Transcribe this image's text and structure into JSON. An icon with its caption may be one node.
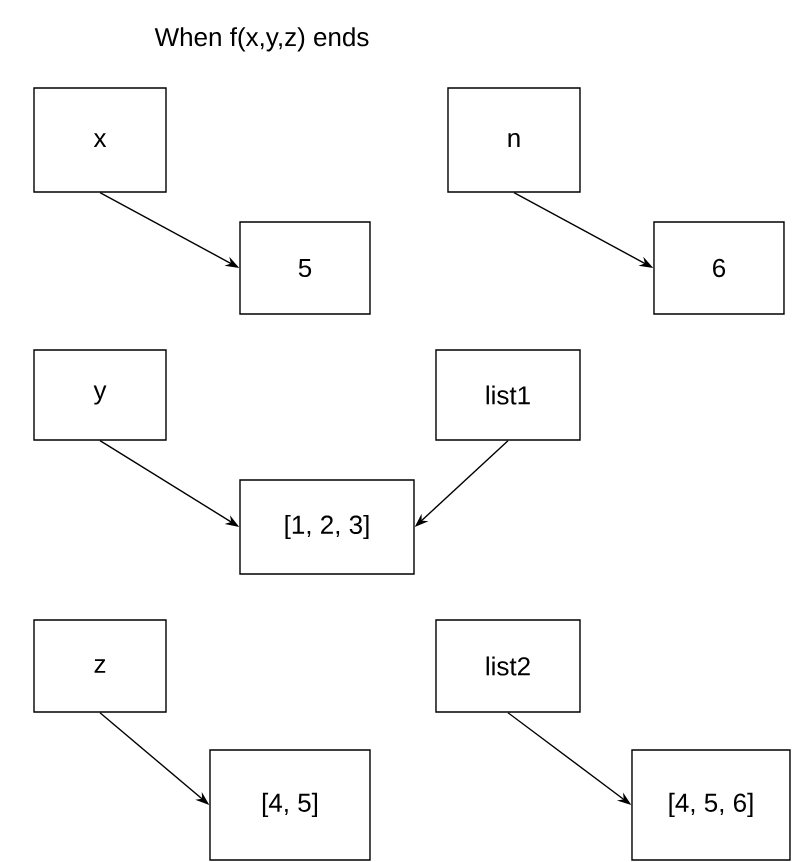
{
  "diagram": {
    "title": "When f(x,y,z) ends",
    "nodes": [
      {
        "text": [
          "x"
        ]
      },
      {
        "text": [
          "5"
        ]
      },
      {
        "text": [
          "n"
        ]
      },
      {
        "text": [
          "6"
        ]
      },
      {
        "text": [
          "y"
        ]
      },
      {
        "text": [
          "list1"
        ]
      },
      {
        "text": [
          "[1, 2, 3]"
        ]
      },
      {
        "text": [
          "z"
        ]
      },
      {
        "text": [
          "list2"
        ]
      },
      {
        "text": [
          "[4, 5]"
        ]
      },
      {
        "text": [
          "[4, 5, 6]"
        ]
      }
    ],
    "edges": [
      {
        "from": 0,
        "to": 1,
        "arrow": "to"
      },
      {
        "from": 2,
        "to": 3,
        "arrow": "to"
      },
      {
        "from": 4,
        "to": 6,
        "arrow": "to"
      },
      {
        "from": 5,
        "to": 6,
        "arrow": "to"
      },
      {
        "from": 7,
        "to": 9,
        "arrow": "to"
      },
      {
        "from": 8,
        "to": 10,
        "arrow": "to"
      }
    ]
  }
}
